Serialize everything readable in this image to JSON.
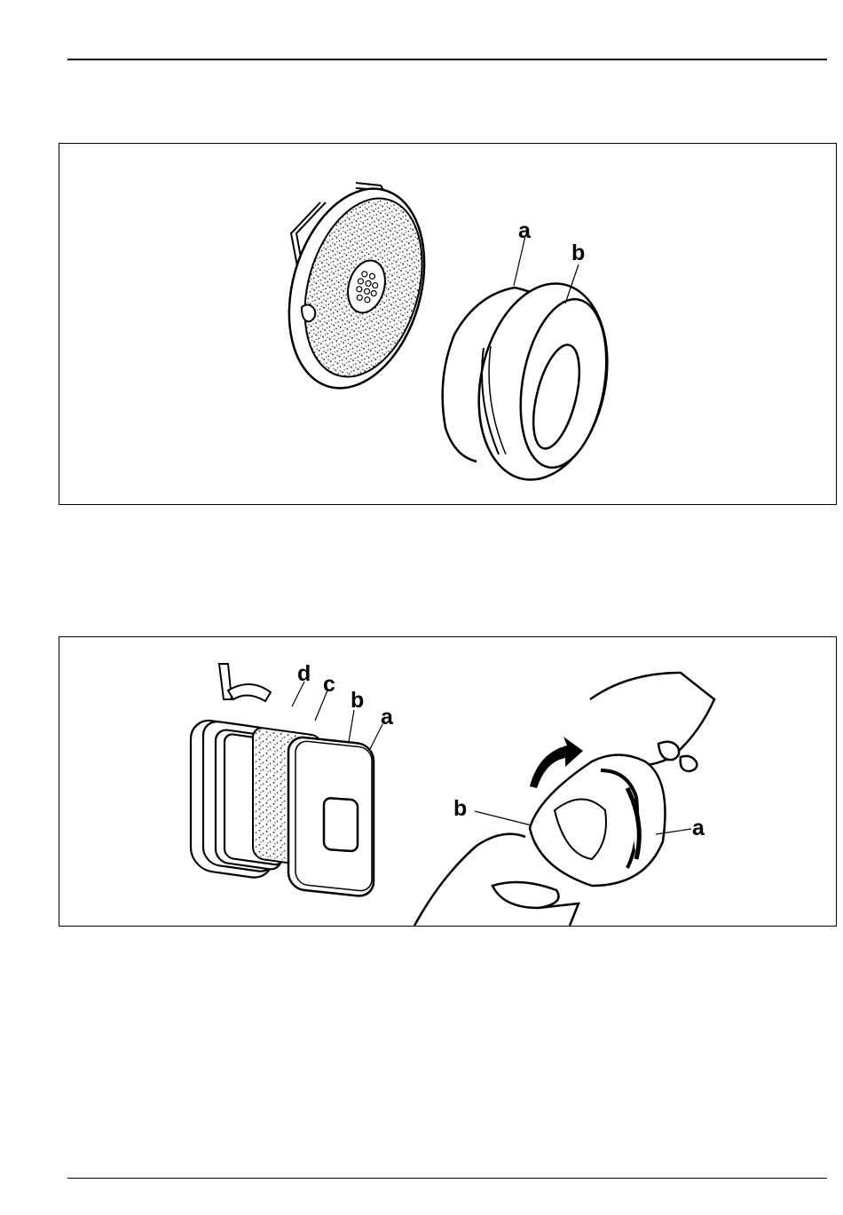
{
  "figure1": {
    "labels": {
      "a": "a",
      "b": "b"
    }
  },
  "figure2": {
    "exploded_labels": {
      "d": "d",
      "c": "c",
      "b": "b",
      "a": "a"
    },
    "hands_labels": {
      "b": "b",
      "a": "a"
    }
  }
}
